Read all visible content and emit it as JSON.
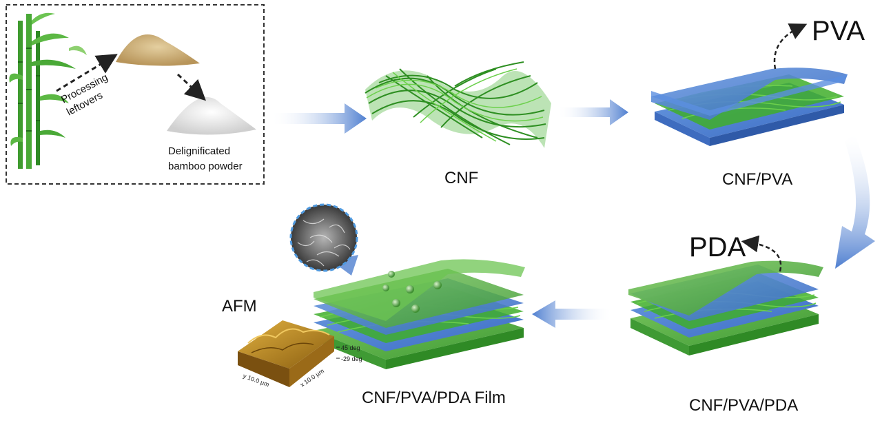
{
  "raw_material": {
    "step1": "Processing",
    "step2": "leftovers",
    "product_line1": "Delignificated",
    "product_line2": "bamboo powder"
  },
  "stages": {
    "cnf": "CNF",
    "cnf_pva": "CNF/PVA",
    "cnf_pva_pda": "CNF/PVA/PDA",
    "film": "CNF/PVA/PDA Film"
  },
  "removed": {
    "pva": "PVA",
    "pda": "PDA"
  },
  "afm": {
    "title": "AFM",
    "scale_max": "45 deg",
    "scale_min": "-29 deg",
    "y_axis": "y 10.0 µm",
    "x_axis": "x 10.0 µm"
  },
  "colors": {
    "fiber": "#3fae2a",
    "pva_layer": "#4a7fd4",
    "pda_layer": "#5cb844",
    "arrow": "#4f7fd0",
    "afm_surface": "#c8961e"
  }
}
